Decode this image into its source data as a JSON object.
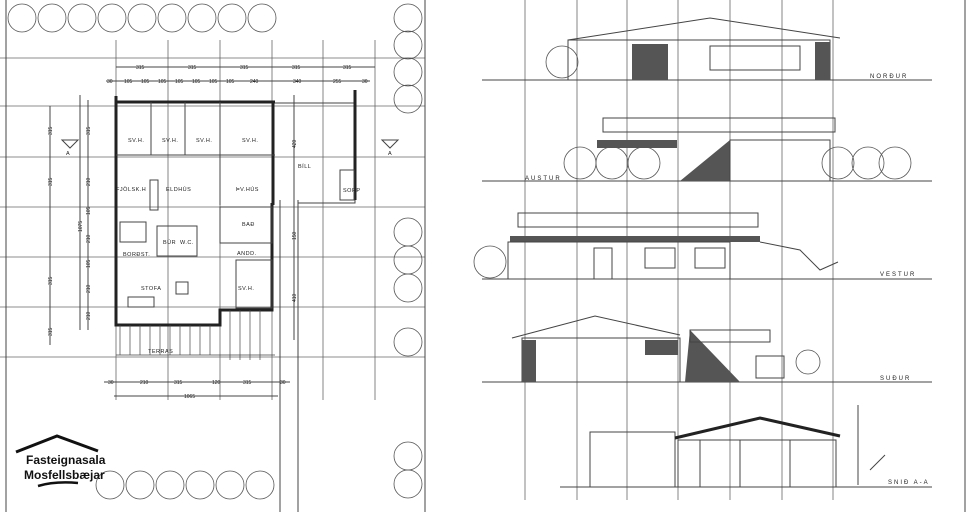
{
  "plan": {
    "rooms": [
      "SV.H.",
      "SV.H.",
      "SV.H.",
      "SV.H.",
      "FJÖLSK.H",
      "ELDHÚS",
      "ÞV.HÚS",
      "BÍLL",
      "SORP",
      "BAÐ",
      "BÚR",
      "W.C.",
      "BORÐST.",
      "ANDD.",
      "SV.H.",
      "STOFA",
      "TERRAS"
    ],
    "section_marker": "A",
    "dims_top_main": [
      "315",
      "315",
      "315",
      "315",
      "315"
    ],
    "dims_top_detail": [
      "30",
      "105",
      "105",
      "105",
      "105",
      "105",
      "105",
      "105",
      "240",
      "340",
      "255",
      "30"
    ],
    "dims_left_outer": [
      "315",
      "315",
      "315",
      "315"
    ],
    "dims_left_inner": [
      "315",
      "210",
      "105",
      "210",
      "105",
      "210",
      "210"
    ],
    "dims_left_total": "1075",
    "dims_bottom": [
      "30",
      "210",
      "315",
      "120",
      "315",
      "30"
    ],
    "dims_bottom_total": "1065",
    "dims_garage": [
      "420",
      "150",
      "410"
    ]
  },
  "elevations": [
    {
      "label": "NORÐUR"
    },
    {
      "label": "AUSTUR"
    },
    {
      "label": "VESTUR"
    },
    {
      "label": "SUÐUR"
    },
    {
      "label": "SNIÐ A-A"
    }
  ],
  "logo": {
    "line1": "Fasteignasala",
    "line2": "Mosfellsbæjar"
  },
  "colors": {
    "ink": "#222222",
    "paper": "#ffffff",
    "hatch": "#555555"
  }
}
